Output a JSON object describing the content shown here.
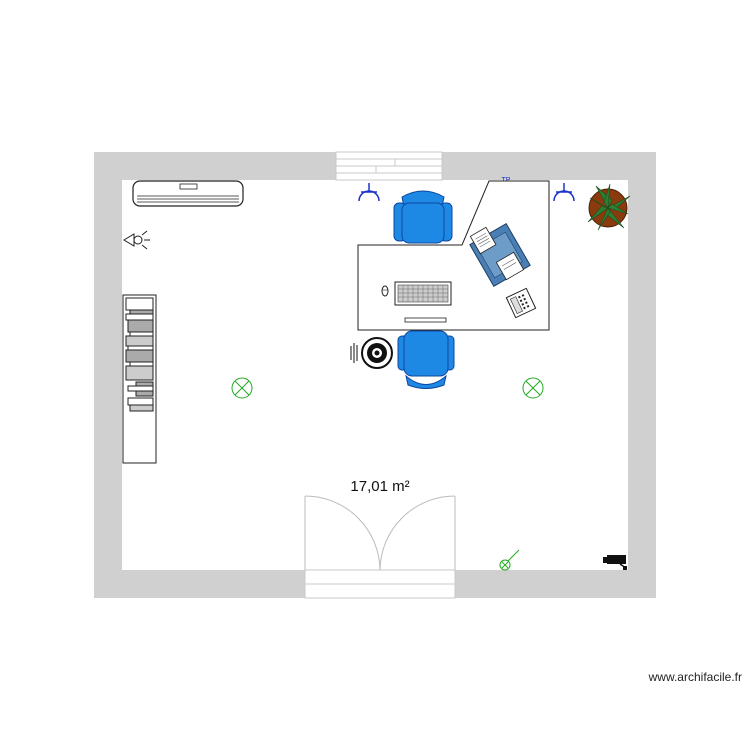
{
  "room": {
    "area_label": "17,01 m²"
  },
  "symbols": {
    "phone_socket_label": "TP"
  },
  "footer": {
    "credit": "www.archifacile.fr"
  },
  "colors": {
    "wall": "#d0d0d0",
    "chair": "#1e88e5",
    "chair_dark": "#0d47a1",
    "light_point": "#22aa22",
    "socket": "#1a33cc",
    "plant_pot": "#8b3a0e",
    "plant_leaf": "#2e7d32"
  }
}
